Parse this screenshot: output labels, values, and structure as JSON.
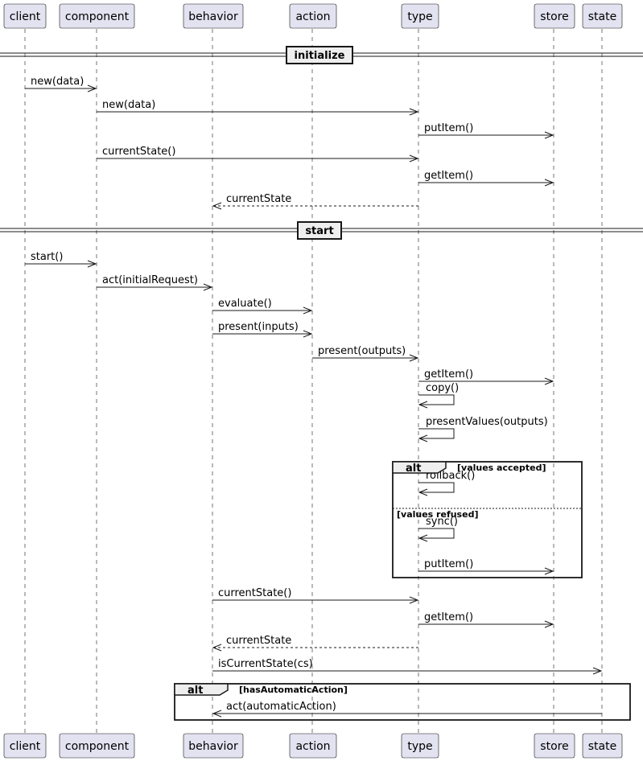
{
  "colors": {
    "participant_fill": "#E2E2F0",
    "participant_stroke": "#181818",
    "line": "#181818",
    "divider_fill": "#EEEEEE"
  },
  "participants": [
    "client",
    "component",
    "behavior",
    "action",
    "type",
    "store",
    "state"
  ],
  "dividers": [
    {
      "label": "initialize"
    },
    {
      "label": "start"
    }
  ],
  "messages": [
    {
      "from": "client",
      "to": "component",
      "label": "new(data)",
      "style": "solid"
    },
    {
      "from": "component",
      "to": "type",
      "label": "new(data)",
      "style": "solid"
    },
    {
      "from": "type",
      "to": "store",
      "label": "putItem()",
      "style": "solid"
    },
    {
      "from": "component",
      "to": "type",
      "label": "currentState()",
      "style": "solid"
    },
    {
      "from": "type",
      "to": "store",
      "label": "getItem()",
      "style": "solid"
    },
    {
      "from": "type",
      "to": "behavior",
      "label": "currentState",
      "style": "dashed"
    },
    {
      "from": "client",
      "to": "component",
      "label": "start()",
      "style": "solid"
    },
    {
      "from": "component",
      "to": "behavior",
      "label": "act(initialRequest)",
      "style": "solid"
    },
    {
      "from": "behavior",
      "to": "action",
      "label": "evaluate()",
      "style": "solid"
    },
    {
      "from": "behavior",
      "to": "action",
      "label": "present(inputs)",
      "style": "solid"
    },
    {
      "from": "action",
      "to": "type",
      "label": "present(outputs)",
      "style": "solid"
    },
    {
      "from": "type",
      "to": "store",
      "label": "getItem()",
      "style": "solid"
    },
    {
      "from": "type",
      "to": "type",
      "label": "copy()",
      "style": "self"
    },
    {
      "from": "type",
      "to": "type",
      "label": "presentValues(outputs)",
      "style": "self"
    },
    {
      "from": "type",
      "to": "type",
      "label": "rollback()",
      "style": "self"
    },
    {
      "from": "type",
      "to": "type",
      "label": "sync()",
      "style": "self"
    },
    {
      "from": "type",
      "to": "store",
      "label": "putItem()",
      "style": "solid"
    },
    {
      "from": "behavior",
      "to": "type",
      "label": "currentState()",
      "style": "solid"
    },
    {
      "from": "type",
      "to": "store",
      "label": "getItem()",
      "style": "solid"
    },
    {
      "from": "type",
      "to": "behavior",
      "label": "currentState",
      "style": "dashed"
    },
    {
      "from": "behavior",
      "to": "state",
      "label": "isCurrentState(cs)",
      "style": "solid"
    },
    {
      "from": "state",
      "to": "behavior",
      "label": "act(automaticAction)",
      "style": "solid"
    }
  ],
  "fragments": [
    {
      "keyword": "alt",
      "guard": "[values accepted]",
      "else_guard": "[values refused]"
    },
    {
      "keyword": "alt",
      "guard": "[hasAutomaticAction]"
    }
  ]
}
